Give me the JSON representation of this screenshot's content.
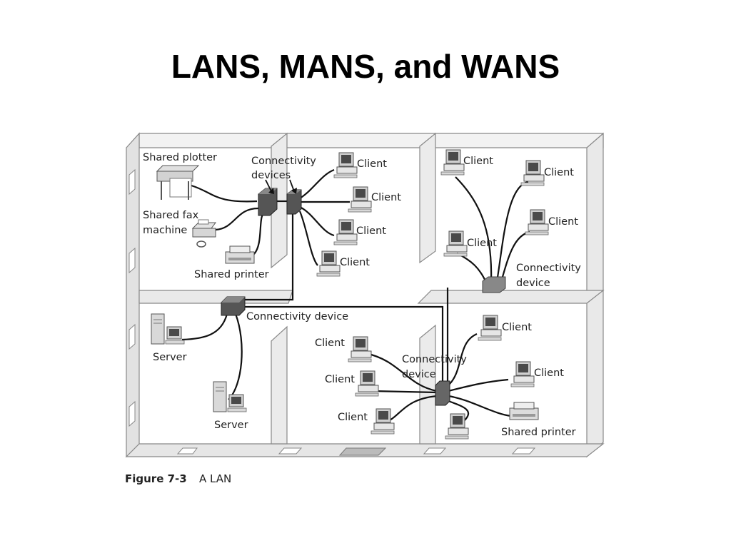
{
  "slide": {
    "title": "LANS, MANS, and WANS"
  },
  "figure": {
    "caption_number": "Figure 7-3",
    "caption_text": "A LAN"
  },
  "labels": {
    "shared_plotter": "Shared plotter",
    "connectivity_devices_line1": "Connectivity",
    "connectivity_devices_line2": "devices",
    "shared_fax_line1": "Shared fax",
    "shared_fax_line2": "machine",
    "shared_printer_top": "Shared printer",
    "client": "Client",
    "connectivity_device_mid": "Connectivity device",
    "server": "Server",
    "connectivity_device_tr_line1": "Connectivity",
    "connectivity_device_tr_line2": "device",
    "connectivity_device_br_line1": "Connectivity",
    "connectivity_device_br_line2": "device",
    "shared_printer_bottom": "Shared printer"
  },
  "icons": [
    "computer-icon",
    "server-icon",
    "printer-icon",
    "plotter-icon",
    "fax-icon",
    "hub-icon"
  ]
}
